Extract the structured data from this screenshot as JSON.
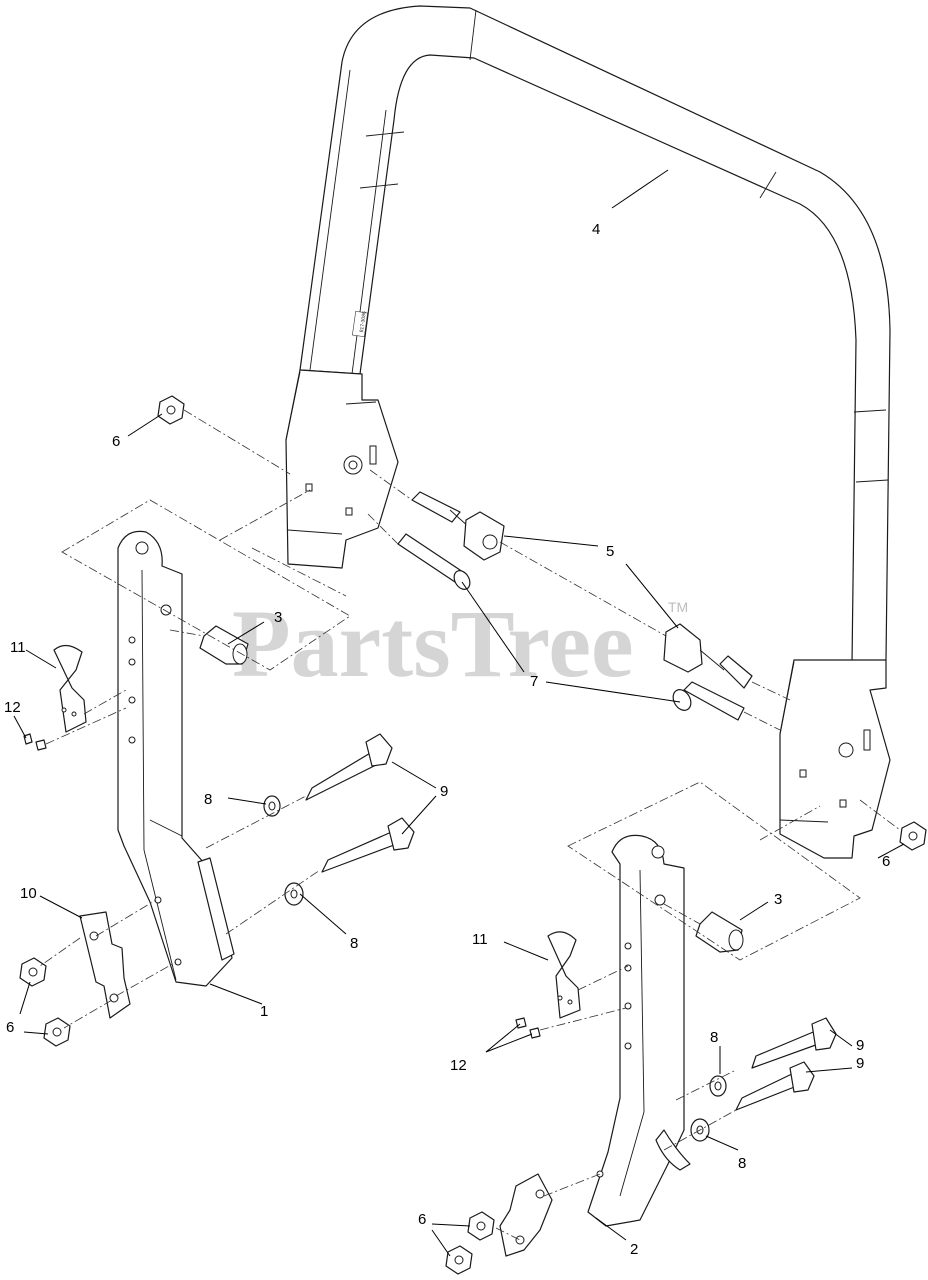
{
  "watermark": {
    "text": "PartsTree",
    "trademark": "TM"
  },
  "roll_bar_label": "817-3086",
  "callouts": [
    {
      "id": "c4",
      "label": "4"
    },
    {
      "id": "c6a",
      "label": "6"
    },
    {
      "id": "c5a",
      "label": "5"
    },
    {
      "id": "c5b",
      "label": "5"
    },
    {
      "id": "c3a",
      "label": "3"
    },
    {
      "id": "c7",
      "label": "7"
    },
    {
      "id": "c11a",
      "label": "11"
    },
    {
      "id": "c12a",
      "label": "12"
    },
    {
      "id": "c8a",
      "label": "8"
    },
    {
      "id": "c9a",
      "label": "9"
    },
    {
      "id": "c10",
      "label": "10"
    },
    {
      "id": "c8b",
      "label": "8"
    },
    {
      "id": "c1",
      "label": "1"
    },
    {
      "id": "c6b",
      "label": "6"
    },
    {
      "id": "c6c",
      "label": "6"
    },
    {
      "id": "c3b",
      "label": "3"
    },
    {
      "id": "c11b",
      "label": "11"
    },
    {
      "id": "c12b",
      "label": "12"
    },
    {
      "id": "c8c",
      "label": "8"
    },
    {
      "id": "c9b",
      "label": "9"
    },
    {
      "id": "c9c",
      "label": "9"
    },
    {
      "id": "c8d",
      "label": "8"
    },
    {
      "id": "c6d",
      "label": "6"
    },
    {
      "id": "c2",
      "label": "2"
    }
  ]
}
